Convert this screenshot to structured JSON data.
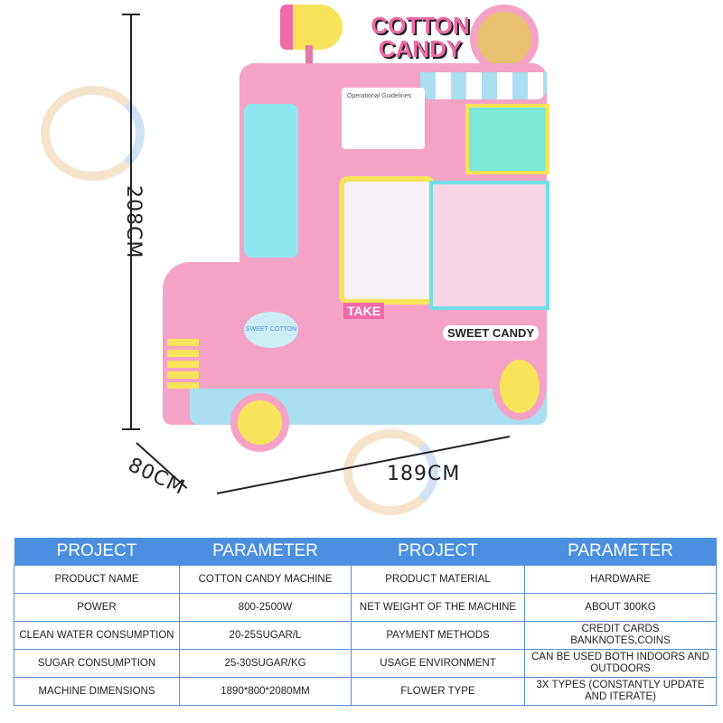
{
  "dimensions": {
    "height": "208CM",
    "depth": "80CM",
    "width": "189CM"
  },
  "machine": {
    "logo_text": "COTTON CANDY",
    "side_sign": "SWEET CANDY",
    "take_label": "TAKE",
    "badge_text": "SWEET COTTON",
    "guide_title": "Operational Guidelines",
    "colors": {
      "body": "#f4a3c6",
      "accent_yellow": "#f7e45a",
      "accent_cyan": "#6fe0e8",
      "base_blue": "#a9dff0"
    }
  },
  "table": {
    "header_color": "#4a8fe0",
    "headers": [
      "PROJECT",
      "PARAMETER",
      "PROJECT",
      "PARAMETER"
    ],
    "rows": [
      [
        "PRODUCT NAME",
        "COTTON CANDY MACHINE",
        "PRODUCT MATERIAL",
        "HARDWARE"
      ],
      [
        "POWER",
        "800-2500W",
        "NET WEIGHT OF THE MACHINE",
        "ABOUT 300KG"
      ],
      [
        "CLEAN WATER CONSUMPTION",
        "20-25SUGAR/L",
        "PAYMENT METHODS",
        "CREDIT CARDS BANKNOTES,COINS"
      ],
      [
        "SUGAR CONSUMPTION",
        "25-30SUGAR/KG",
        "USAGE ENVIRONMENT",
        "CAN BE USED BOTH INDOORS AND OUTDOORS"
      ],
      [
        "MACHINE DIMENSIONS",
        "1890*800*2080MM",
        "FLOWER TYPE",
        "3X TYPES (CONSTANTLY UPDATE AND ITERATE)"
      ]
    ]
  }
}
